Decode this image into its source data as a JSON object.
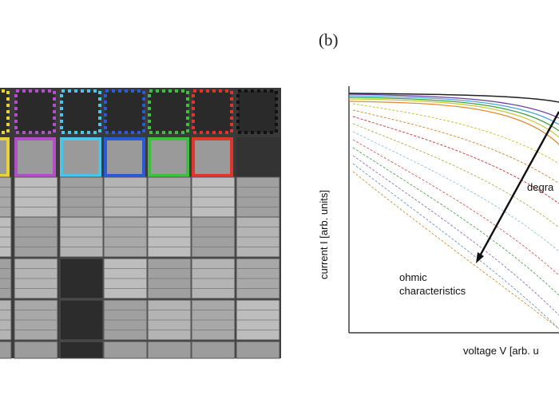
{
  "figure": {
    "panel_b_label": "(b)",
    "ylabel": "current I [arb. units]",
    "xlabel": "voltage V [arb. u",
    "annotation_arrow": "degra",
    "annotation_ohmic_line1": "ohmic",
    "annotation_ohmic_line2": "characteristics"
  },
  "panel_a": {
    "description_visible": false,
    "outline_colors": [
      "#e8d23a",
      "#b04fc8",
      "#4cc4e8",
      "#2a5bd6",
      "#3fbf3f",
      "#e0352b",
      "#111111"
    ]
  },
  "colors": {
    "curve_colors": [
      "#6b3fa0",
      "#4aa8d8",
      "#3fa03f",
      "#c8c83a",
      "#e08a3a",
      "#e03a3a",
      "#b8b860",
      "#9ac8e0",
      "#e06a6a",
      "#60b060",
      "#a080c0",
      "#7aa0d0",
      "#d0a050",
      "#c07070",
      "#50a0a0"
    ]
  }
}
